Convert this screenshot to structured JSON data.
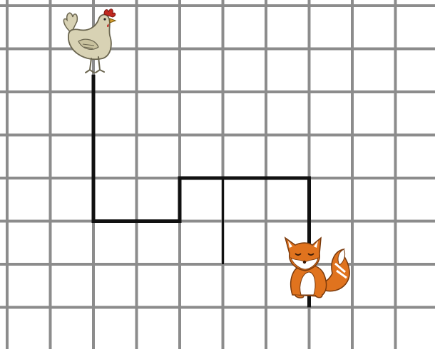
{
  "diagram": {
    "type": "grid-path-puzzle",
    "grid": {
      "columns": 10,
      "rows": 8,
      "line_color": "#8c8c8c",
      "background": "#ffffff"
    },
    "path": {
      "color": "#111111",
      "from": "chicken",
      "to": "fox",
      "route_cells": [
        [
          2,
          1.6
        ],
        [
          2,
          5
        ],
        [
          4,
          5
        ],
        [
          4,
          4
        ],
        [
          7,
          4
        ],
        [
          7,
          7
        ]
      ],
      "spur_cells": [
        [
          5,
          4
        ],
        [
          5,
          6
        ]
      ]
    },
    "characters": [
      {
        "name": "chicken",
        "icon": "chicken-icon",
        "cell": [
          2,
          1
        ],
        "colors": {
          "body": "#d8d2b4",
          "stroke": "#6b6650",
          "comb": "#c0281f"
        }
      },
      {
        "name": "fox",
        "icon": "fox-icon",
        "cell": [
          7,
          6.4
        ],
        "colors": {
          "body": "#e0731e",
          "belly": "#ffffff",
          "stroke": "#7a3a0c"
        }
      }
    ]
  }
}
